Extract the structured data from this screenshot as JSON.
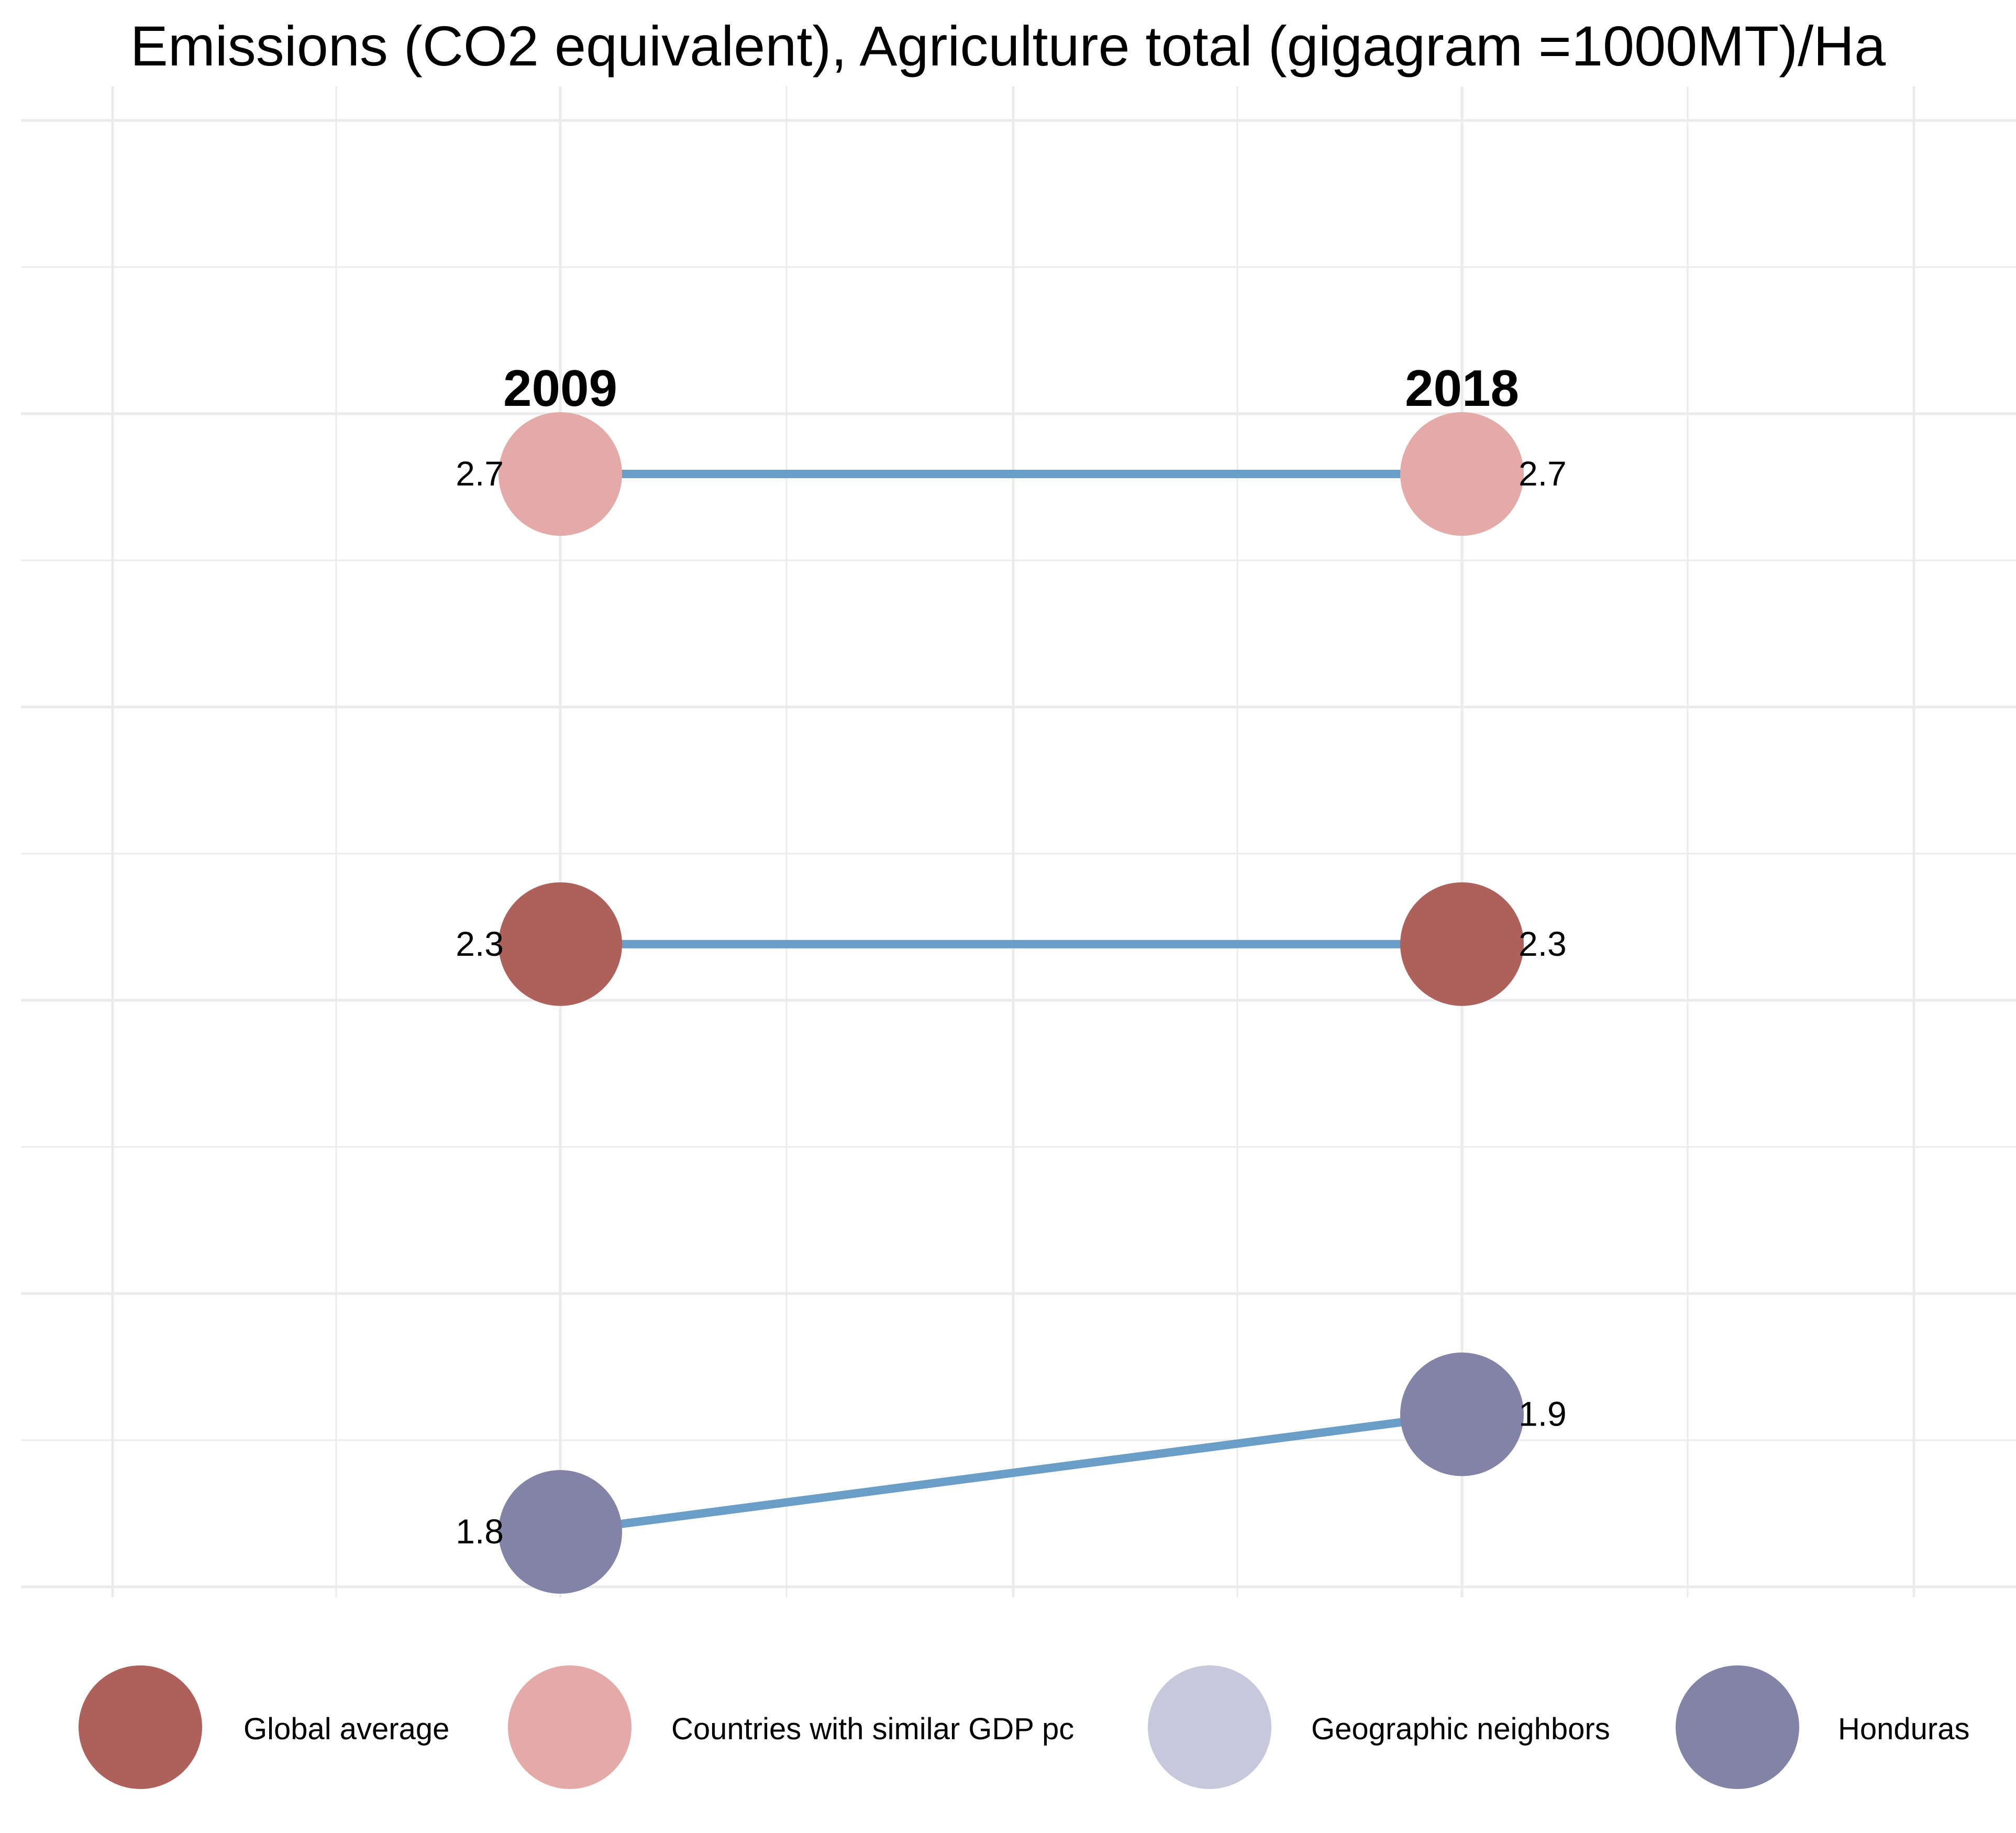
{
  "chart_data": {
    "type": "slope",
    "title": "Emissions (CO2 equivalent), Agriculture total (gigagram =1000MT)/Ha",
    "x_categories": [
      "2009",
      "2018"
    ],
    "series": [
      {
        "name": "Countries with similar GDP pc",
        "color": "#e3aaa7",
        "values": [
          2.7,
          2.7
        ],
        "labels": [
          "2.7",
          "2.7"
        ]
      },
      {
        "name": "Global average",
        "color": "#ae605b",
        "values": [
          2.3,
          2.3
        ],
        "labels": [
          "2.3",
          "2.3"
        ]
      },
      {
        "name": "Honduras",
        "color": "#8383a8",
        "values": [
          1.8,
          1.9
        ],
        "labels": [
          "1.8",
          "1.9"
        ]
      }
    ],
    "legend": [
      {
        "label": "Global average",
        "color": "#ae605b"
      },
      {
        "label": "Countries with similar GDP pc",
        "color": "#e3aaa7"
      },
      {
        "label": "Geographic neighbors",
        "color": "#c8c8dc"
      },
      {
        "label": "Honduras",
        "color": "#8383a8"
      }
    ],
    "line_color": "#6a9ec6",
    "grid_color": "#ebebeb",
    "grid": true,
    "legend_position": "bottom"
  }
}
